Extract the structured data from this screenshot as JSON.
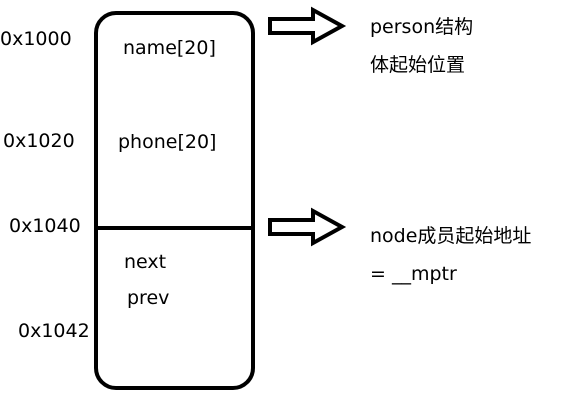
{
  "addresses": {
    "a1000": "0x1000",
    "a1020": "0x1020",
    "a1040": "0x1040",
    "a1042": "0x1042"
  },
  "fields": {
    "name": "name[20]",
    "phone": "phone[20]",
    "next": "next",
    "prev": "prev"
  },
  "annotations": {
    "person_line1": "person结构",
    "person_line2": "体起始位置",
    "node_line1": "node成员起始地址",
    "node_line2": "= __mptr"
  }
}
